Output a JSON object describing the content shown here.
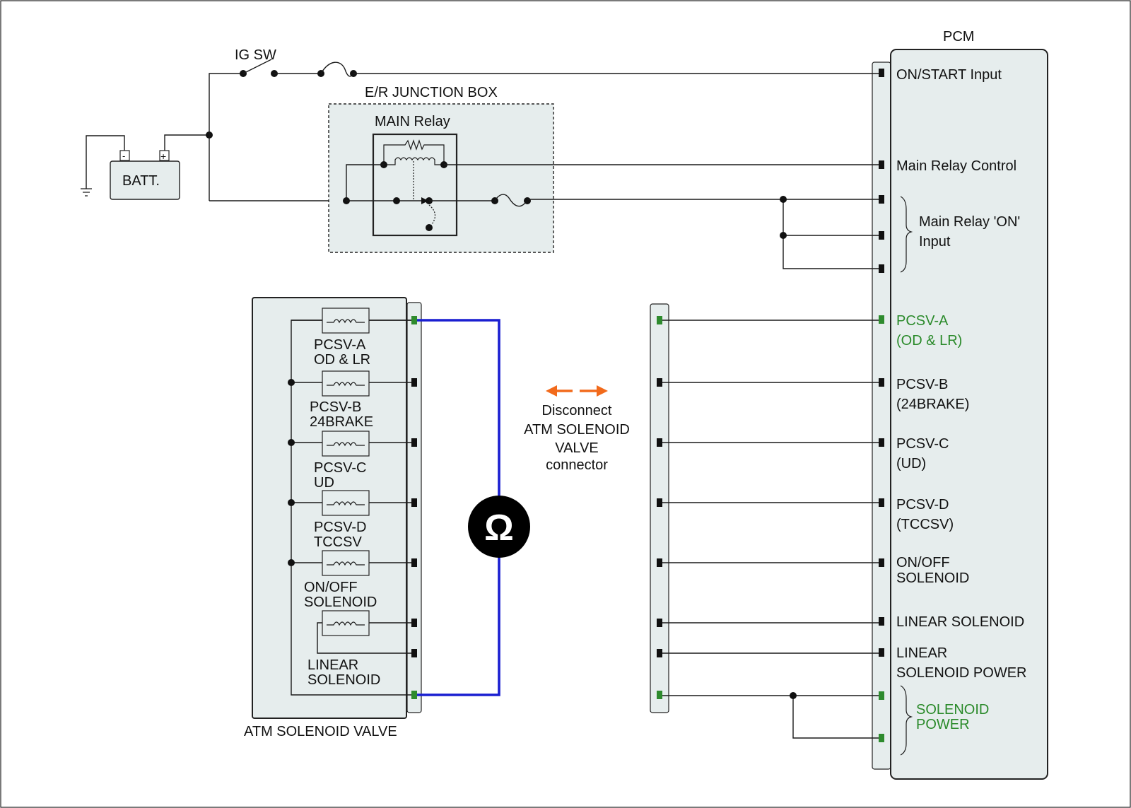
{
  "title": "",
  "battery": {
    "label": "BATT.",
    "neg": "-",
    "pos": "+"
  },
  "ig_switch": {
    "label": "IG SW"
  },
  "junction_box": {
    "label": "E/R JUNCTION BOX",
    "relay_label": "MAIN Relay"
  },
  "pcm": {
    "label": "PCM",
    "pins": {
      "on_start": "ON/START Input",
      "main_relay_control": "Main Relay Control",
      "main_relay_on_l1": "Main Relay 'ON'",
      "main_relay_on_l2": "Input",
      "pcsv_a_l1": "PCSV-A",
      "pcsv_a_l2": "(OD & LR)",
      "pcsv_b_l1": "PCSV-B",
      "pcsv_b_l2": "(24BRAKE)",
      "pcsv_c_l1": "PCSV-C",
      "pcsv_c_l2": "(UD)",
      "pcsv_d_l1": "PCSV-D",
      "pcsv_d_l2": "(TCCSV)",
      "onoff_l1": "ON/OFF",
      "onoff_l2": "SOLENOID",
      "linear": "LINEAR SOLENOID",
      "linear_power_l1": "LINEAR",
      "linear_power_l2": "SOLENOID POWER",
      "sol_power_l1": "SOLENOID",
      "sol_power_l2": "POWER"
    }
  },
  "atm_valve": {
    "label": "ATM SOLENOID VALVE",
    "coils": {
      "a_l1": "PCSV-A",
      "a_l2": "OD & LR",
      "b_l1": "PCSV-B",
      "b_l2": "24BRAKE",
      "c_l1": "PCSV-C",
      "c_l2": "UD",
      "d_l1": "PCSV-D",
      "d_l2": "TCCSV",
      "onoff_l1": "ON/OFF",
      "onoff_l2": "SOLENOID",
      "linear_l1": "LINEAR",
      "linear_l2": "SOLENOID"
    }
  },
  "meter": {
    "symbol": "Ω"
  },
  "instruction": {
    "l1": "Disconnect",
    "l2": "ATM SOLENOID",
    "l3": "VALVE",
    "l4": "connector"
  },
  "colors": {
    "wire": "#1a1a1a",
    "meter_lead": "#1a1fd1",
    "highlight_green": "#2a8a2a",
    "arrow_orange": "#f26a1b",
    "box_fill": "#e6eded"
  }
}
